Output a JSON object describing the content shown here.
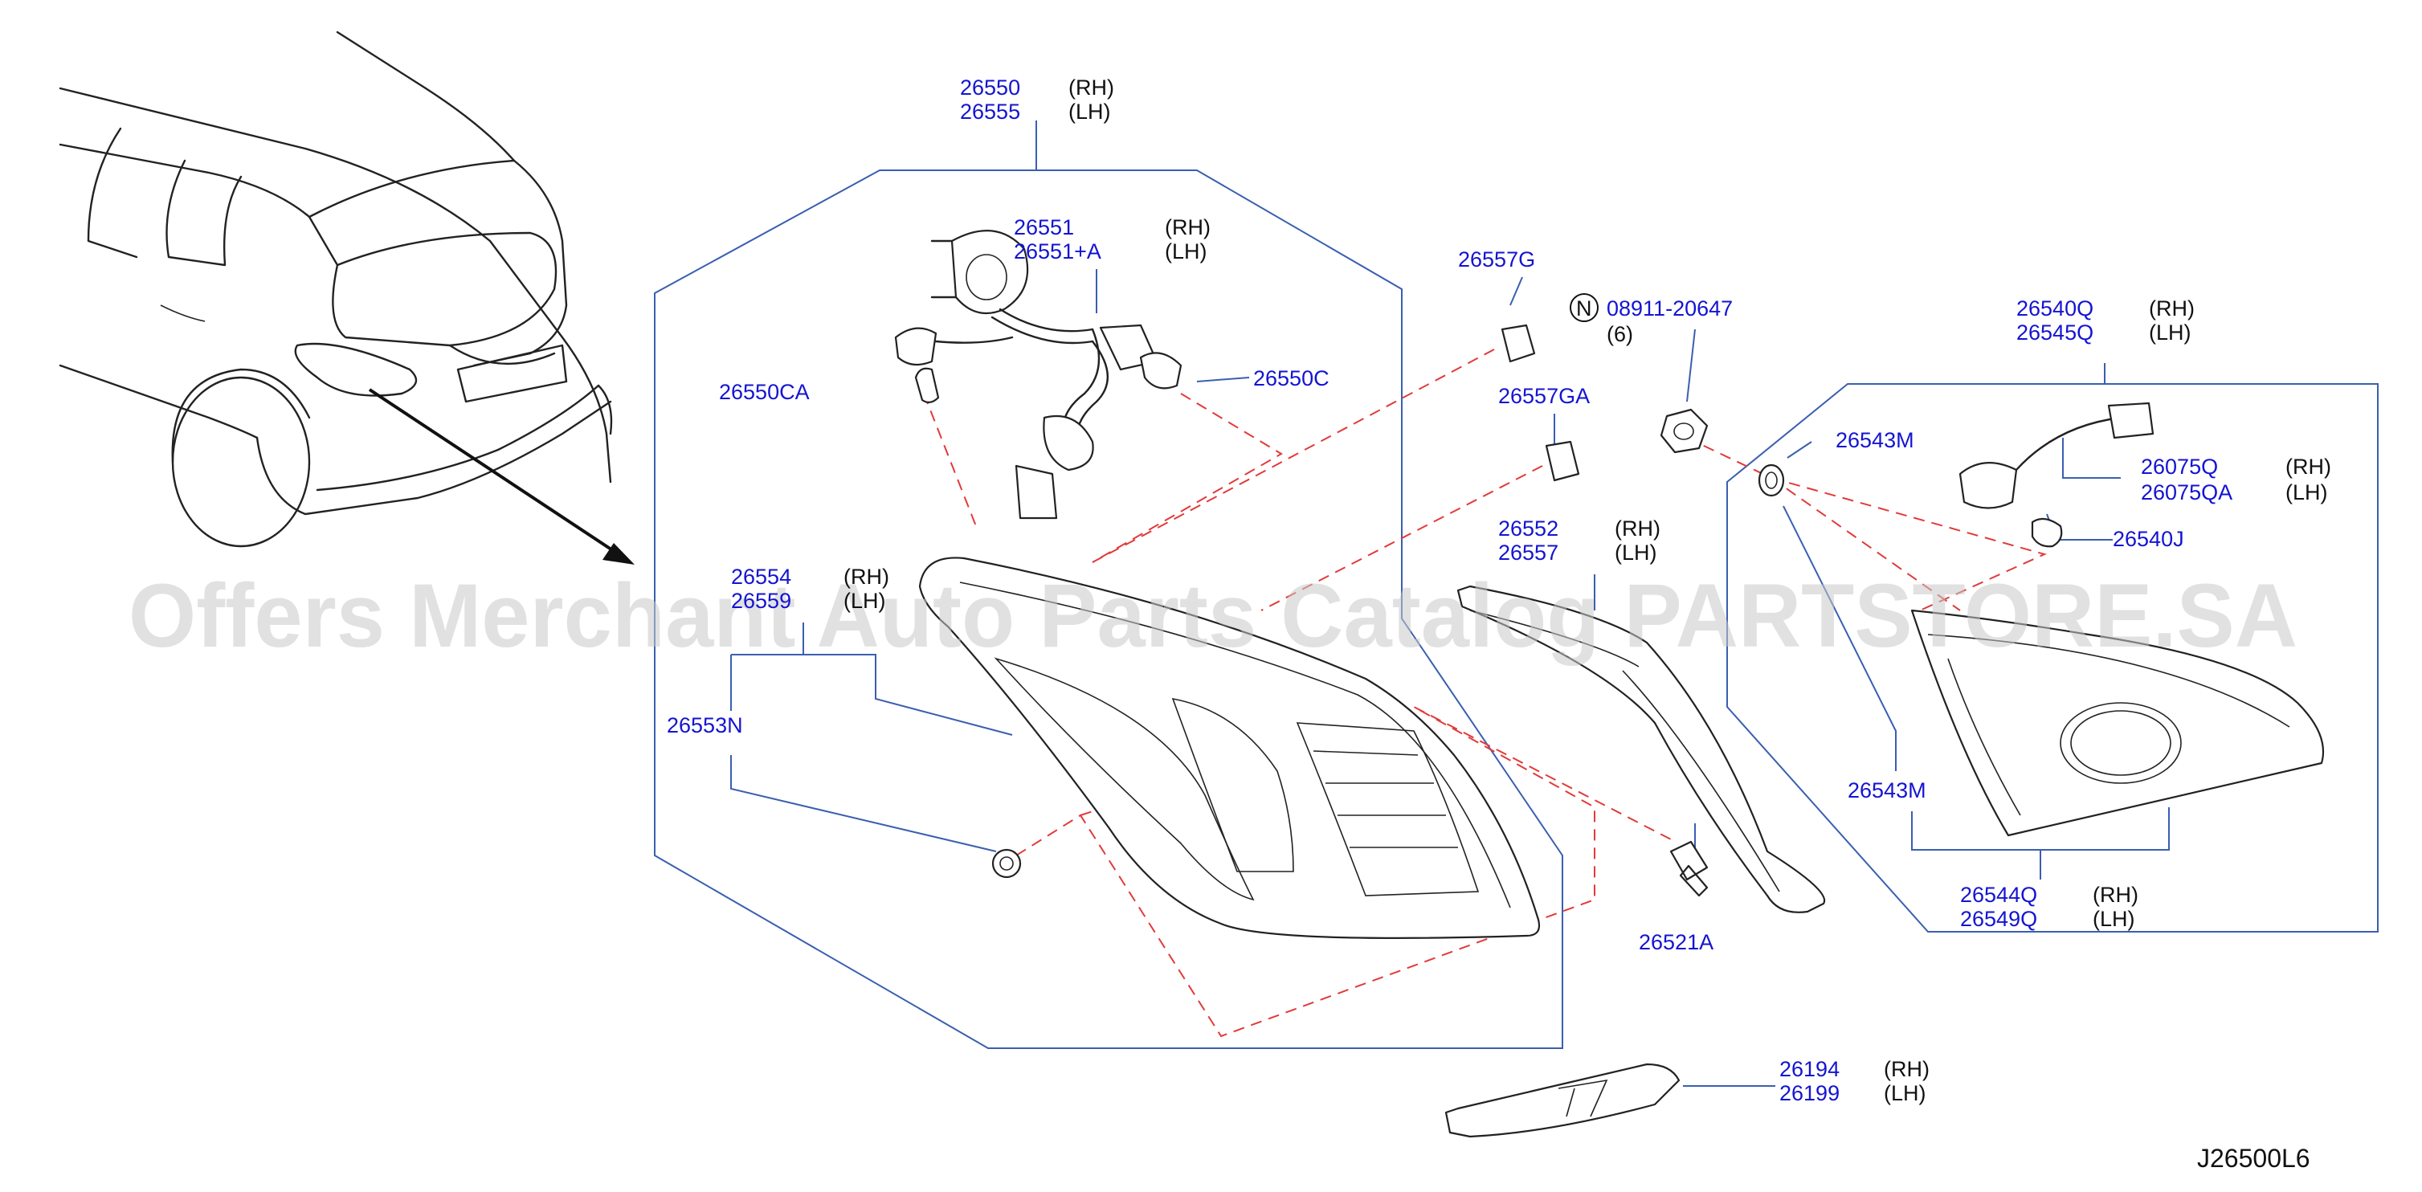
{
  "watermark": "Offers Merchant Auto Parts Catalog PARTSTORE.SA",
  "diagram_code": "J26500L6",
  "callouts": {
    "assy_rh": "26550",
    "assy_rh_side": "(RH)",
    "assy_lh": "26555",
    "assy_lh_side": "(LH)",
    "harness_rh": "26551",
    "harness_rh_side": "(RH)",
    "harness_lh": "26551+A",
    "harness_lh_side": "(LH)",
    "bulb_small": "26550CA",
    "bulb_large": "26550C",
    "clip_g": "26557G",
    "clip_ga": "26557GA",
    "nut_badge": "N",
    "nut": "08911-20647",
    "nut_qty": "(6)",
    "lens_rh": "26552",
    "lens_rh_side": "(RH)",
    "lens_lh": "26557",
    "lens_lh_side": "(LH)",
    "housing_rh": "26554",
    "housing_rh_side": "(RH)",
    "housing_lh": "26559",
    "housing_lh_side": "(LH)",
    "grommet": "26553N",
    "bolt": "26521A",
    "rear_assy_rh": "26540Q",
    "rear_assy_rh_side": "(RH)",
    "rear_assy_lh": "26545Q",
    "rear_assy_lh_side": "(LH)",
    "seal_top": "26543M",
    "socket_rh": "26075Q",
    "socket_rh_side": "(RH)",
    "socket_lh": "26075QA",
    "socket_lh_side": "(LH)",
    "bulb_rear": "26540J",
    "seal_bottom": "26543M",
    "rear_lamp_rh": "26544Q",
    "rear_lamp_rh_side": "(RH)",
    "rear_lamp_lh": "26549Q",
    "rear_lamp_lh_side": "(LH)",
    "reflex_rh": "26194",
    "reflex_rh_side": "(RH)",
    "reflex_lh": "26199",
    "reflex_lh_side": "(LH)"
  },
  "colors": {
    "part_number": "#1414d2",
    "leader_line": "#3a5fb0",
    "assembly_line": "#e23a3a",
    "watermark": "#c9c9c9"
  }
}
